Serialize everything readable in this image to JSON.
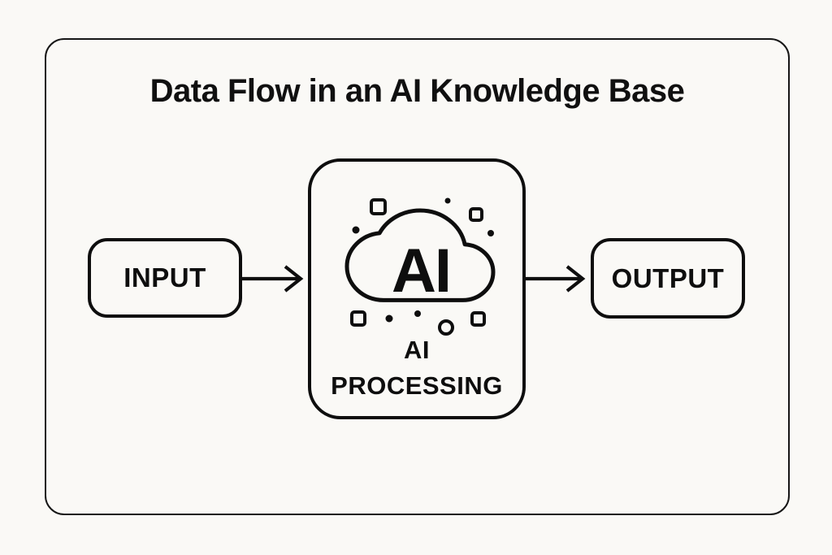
{
  "page": {
    "colors": {
      "background": "#faf9f6",
      "ink": "#111111"
    }
  },
  "diagram": {
    "title": "Data Flow in an AI Knowledge Base",
    "nodes": {
      "input": {
        "label": "INPUT"
      },
      "processing": {
        "label": "AI PROCESSING",
        "cloud_label": "AI",
        "icon": "ai-cloud-icon",
        "decorations": "sparkle-dots-and-squares"
      },
      "output": {
        "label": "OUTPUT"
      }
    },
    "connections": [
      {
        "from": "INPUT",
        "to": "AI PROCESSING",
        "style": "arrow-right"
      },
      {
        "from": "AI PROCESSING",
        "to": "OUTPUT",
        "style": "arrow-right"
      }
    ]
  }
}
